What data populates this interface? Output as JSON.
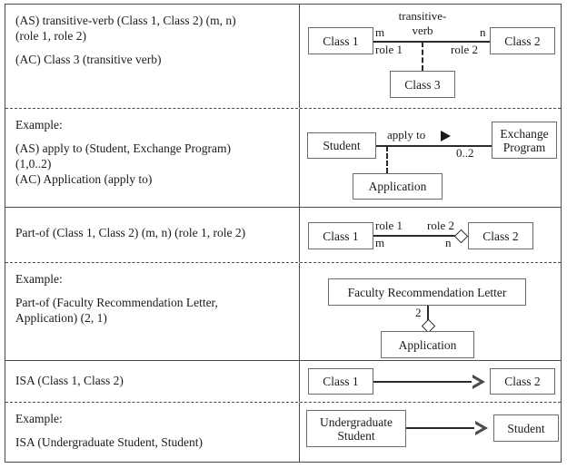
{
  "figure": {
    "title": "UML structural notation reference table",
    "columns": 2,
    "border_color": "#4a4a4a",
    "box_border_color": "#6b6b6b",
    "line_color": "#2a2a2a"
  },
  "rows": [
    {
      "id": "transitive-verb-rule",
      "kind": "rule",
      "text_lines": [
        "(AS) transitive-verb (Class 1, Class 2) (m, n)",
        "(role 1, role 2)",
        "",
        "(AC) Class 3 (transitive verb)"
      ],
      "diagram": {
        "type": "association-class",
        "boxes": [
          {
            "name": "class-1-box",
            "label": "Class 1"
          },
          {
            "name": "class-2-box",
            "label": "Class 2"
          },
          {
            "name": "class-3-box",
            "label": "Class 3"
          }
        ],
        "labels": {
          "association_name_line1": "transitive-",
          "association_name_line2": "verb",
          "multiplicity_source": "m",
          "multiplicity_target": "n",
          "role_source": "role 1",
          "role_target": "role 2"
        }
      }
    },
    {
      "id": "transitive-verb-example",
      "kind": "example",
      "text_lines": [
        "Example:",
        "",
        "(AS) apply to (Student, Exchange Program)",
        "(1,0..2)",
        "(AC) Application (apply to)"
      ],
      "diagram": {
        "type": "association-class",
        "boxes": [
          {
            "name": "student-box",
            "label": "Student"
          },
          {
            "name": "exchange-program-box",
            "label": "Exchange\nProgram"
          },
          {
            "name": "application-box",
            "label": "Application"
          }
        ],
        "labels": {
          "association_name": "apply to",
          "navigability_arrow": "solid-triangle-right",
          "multiplicity_target": "0..2"
        }
      }
    },
    {
      "id": "part-of-rule",
      "kind": "rule",
      "text_lines": [
        "Part-of (Class 1, Class 2) (m, n) (role 1, role 2)"
      ],
      "diagram": {
        "type": "aggregation",
        "boxes": [
          {
            "name": "class-1-box",
            "label": "Class 1"
          },
          {
            "name": "class-2-box",
            "label": "Class 2"
          }
        ],
        "labels": {
          "role_source": "role 1",
          "role_target": "role 2",
          "multiplicity_source": "m",
          "multiplicity_target": "n"
        }
      }
    },
    {
      "id": "part-of-example",
      "kind": "example",
      "text_lines": [
        "Example:",
        "",
        "Part-of (Faculty Recommendation Letter,",
        "Application) (2, 1)"
      ],
      "diagram": {
        "type": "aggregation-vertical",
        "boxes": [
          {
            "name": "faculty-recommendation-letter-box",
            "label": "Faculty Recommendation Letter"
          },
          {
            "name": "application-box",
            "label": "Application"
          }
        ],
        "labels": {
          "multiplicity_source": "2"
        }
      }
    },
    {
      "id": "isa-rule",
      "kind": "rule",
      "text_lines": [
        "ISA (Class 1, Class 2)"
      ],
      "diagram": {
        "type": "generalization",
        "boxes": [
          {
            "name": "class-1-box",
            "label": "Class 1"
          },
          {
            "name": "class-2-box",
            "label": "Class 2"
          }
        ]
      }
    },
    {
      "id": "isa-example",
      "kind": "example",
      "text_lines": [
        "Example:",
        "",
        "ISA (Undergraduate Student, Student)"
      ],
      "diagram": {
        "type": "generalization",
        "boxes": [
          {
            "name": "undergraduate-student-box",
            "label": "Undergraduate\nStudent"
          },
          {
            "name": "student-box",
            "label": "Student"
          }
        ]
      }
    }
  ]
}
